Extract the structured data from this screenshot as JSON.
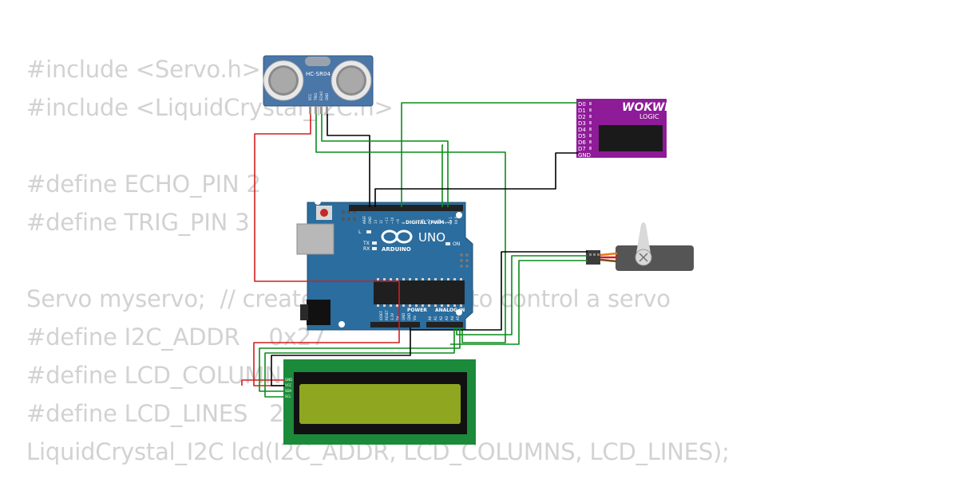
{
  "code": {
    "lines": [
      "#include <Servo.h>",
      "#include <LiquidCrystal_I2C.h>",
      "",
      "#define ECHO_PIN 2",
      "#define TRIG_PIN 3",
      "",
      "Servo myservo;  // create servo object to control a servo",
      "#define I2C_ADDR    0x27",
      "#define LCD_COLUMNS 16",
      "#define LCD_LINES   2",
      "LiquidCrystal_I2C lcd(I2C_ADDR, LCD_COLUMNS, LCD_LINES);"
    ]
  },
  "hcsr04": {
    "label": "HC-SR04",
    "pins": [
      "VCC",
      "TRIG",
      "ECHO",
      "GND"
    ],
    "colors": {
      "board": "#4a76a8",
      "eye": "#c0c0c0"
    }
  },
  "logic": {
    "brand": "WOKWI",
    "sub": "LOGIC",
    "pins": [
      "D0",
      "D1",
      "D2",
      "D3",
      "D4",
      "D5",
      "D6",
      "D7",
      "GND"
    ],
    "colors": {
      "board": "#8e1b97"
    }
  },
  "arduino": {
    "digital_label": "DIGITAL (PWM ~)",
    "model": "UNO",
    "brand": "ARDUINO",
    "power_label": "POWER",
    "analog_label": "ANALOG IN",
    "on_label": "ON",
    "tx_label": "TX",
    "rx_label": "RX",
    "l_label": "L",
    "top_pins": [
      "AREF",
      "GND",
      "13",
      "12",
      "~11",
      "~10",
      "~9",
      "8",
      "7",
      "~6",
      "~5",
      "4",
      "~3",
      "2",
      "TX 1",
      "RX 0"
    ],
    "power_pins": [
      "IOREF",
      "RESET",
      "3.3V",
      "5V",
      "GND",
      "GND",
      "Vin"
    ],
    "analog_pins": [
      "A0",
      "A1",
      "A2",
      "A3",
      "A4",
      "A5"
    ],
    "colors": {
      "board": "#2b6d9e",
      "chip": "#1f1f1f"
    }
  },
  "lcd": {
    "pins": [
      "GND",
      "VCC",
      "SDA",
      "SCL"
    ],
    "colors": {
      "board": "#1b8a3a",
      "screen": "#8fa620"
    }
  },
  "servo": {
    "colors": {
      "body": "#555555",
      "horn": "#d9d9d9"
    }
  },
  "wire_colors": {
    "green": "#0a8c1a",
    "black": "#000000",
    "red": "#d21e1e"
  }
}
